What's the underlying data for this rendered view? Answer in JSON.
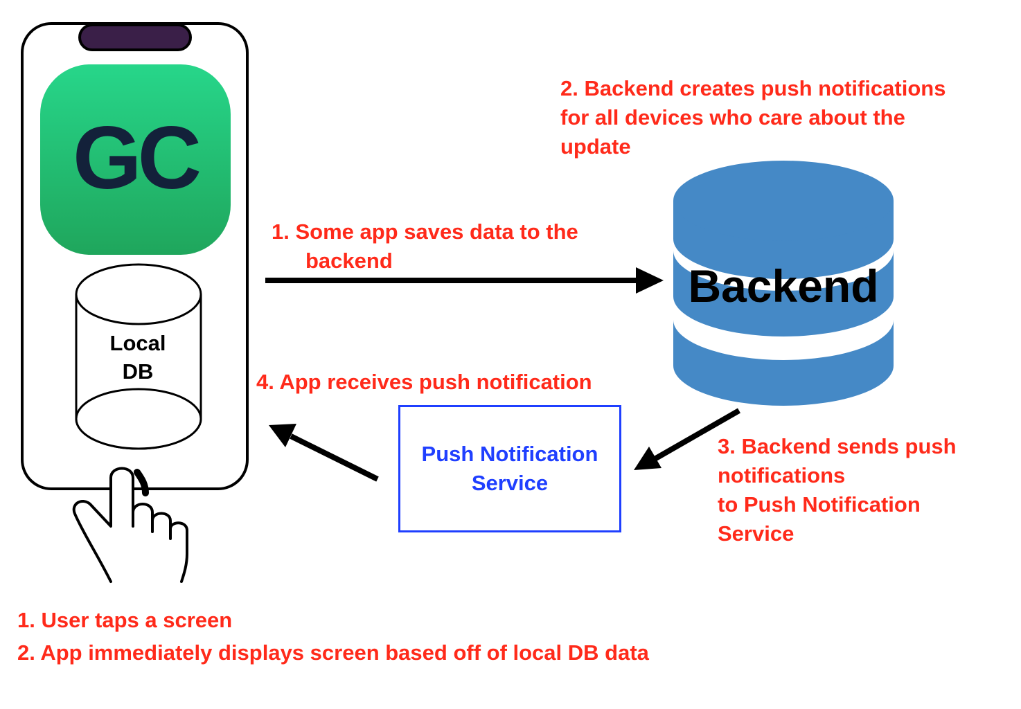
{
  "app_icon": {
    "text": "GC",
    "bg_top": "#27d68a",
    "bg_bottom": "#1fa65c",
    "fg": "#13213a"
  },
  "phone": {
    "notch_color": "#3a1f48",
    "frame_color": "#000000"
  },
  "local_db": {
    "label_line1": "Local",
    "label_line2": "DB"
  },
  "backend": {
    "label": "Backend",
    "color": "#4589c6"
  },
  "push_service": {
    "line1": "Push Notification",
    "line2": "Service",
    "color": "#1f3fff"
  },
  "steps": {
    "save": {
      "line1": "1.  Some app saves data to the",
      "line2": "backend"
    },
    "create": {
      "line1": "2. Backend creates push notifications",
      "line2": "for all devices who care about the",
      "line3": "update"
    },
    "send": {
      "line1": "3. Backend sends push",
      "line2": "notifications",
      "line3": "to Push Notification",
      "line4": "Service"
    },
    "receive": {
      "line1": "4. App receives push notification"
    },
    "tap": {
      "line1": "1. User taps a screen",
      "line2": "2. App immediately displays screen based off of local DB data"
    }
  },
  "accent_color": "#ff2a1a"
}
